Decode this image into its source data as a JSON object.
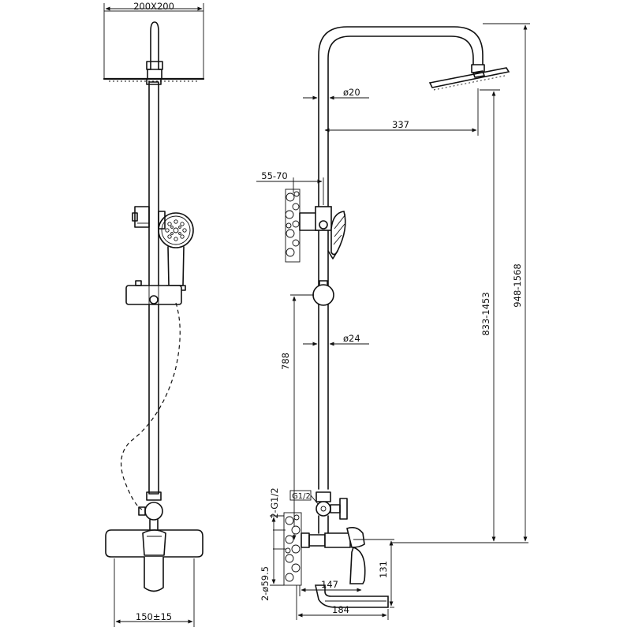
{
  "dimensions": {
    "head_size": "200X200",
    "arm_diameter": "ø20",
    "arm_reach": "337",
    "wall_bracket": "55-70",
    "rail_diameter": "ø24",
    "rail_height": "788",
    "adjustable_height": "833-1453",
    "total_height": "948-1568",
    "thread": "G1/2",
    "inlet_thread": "2-G1/2",
    "flange_diameter": "2-ø59.5",
    "spout_height": "131",
    "spout_reach": "147",
    "total_depth": "184",
    "inlet_spacing": "150±15"
  }
}
